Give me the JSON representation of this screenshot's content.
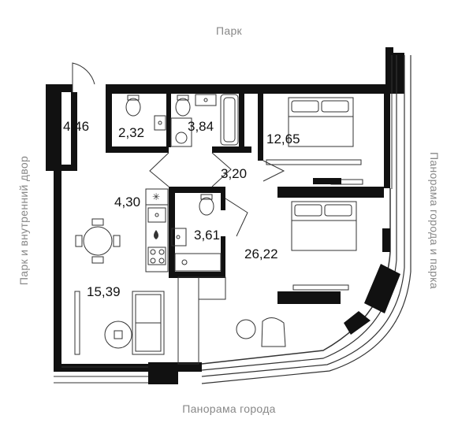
{
  "orientation": {
    "top": "Парк",
    "bottom": "Панорама города",
    "left": "Парк и внутренний двор",
    "right": "Панорама города и парка"
  },
  "rooms": [
    {
      "id": "balcony",
      "area": "4,46"
    },
    {
      "id": "wc",
      "area": "2,32"
    },
    {
      "id": "bathroom",
      "area": "3,84"
    },
    {
      "id": "bedroom",
      "area": "12,65"
    },
    {
      "id": "hallway",
      "area": "3,20"
    },
    {
      "id": "kitchen",
      "area": "4,30"
    },
    {
      "id": "shower",
      "area": "3,61"
    },
    {
      "id": "master-bedroom",
      "area": "26,22"
    },
    {
      "id": "living-room",
      "area": "15,39"
    }
  ],
  "colors": {
    "wall": "#111111",
    "line": "#333333",
    "label": "#888888",
    "background": "#ffffff"
  }
}
